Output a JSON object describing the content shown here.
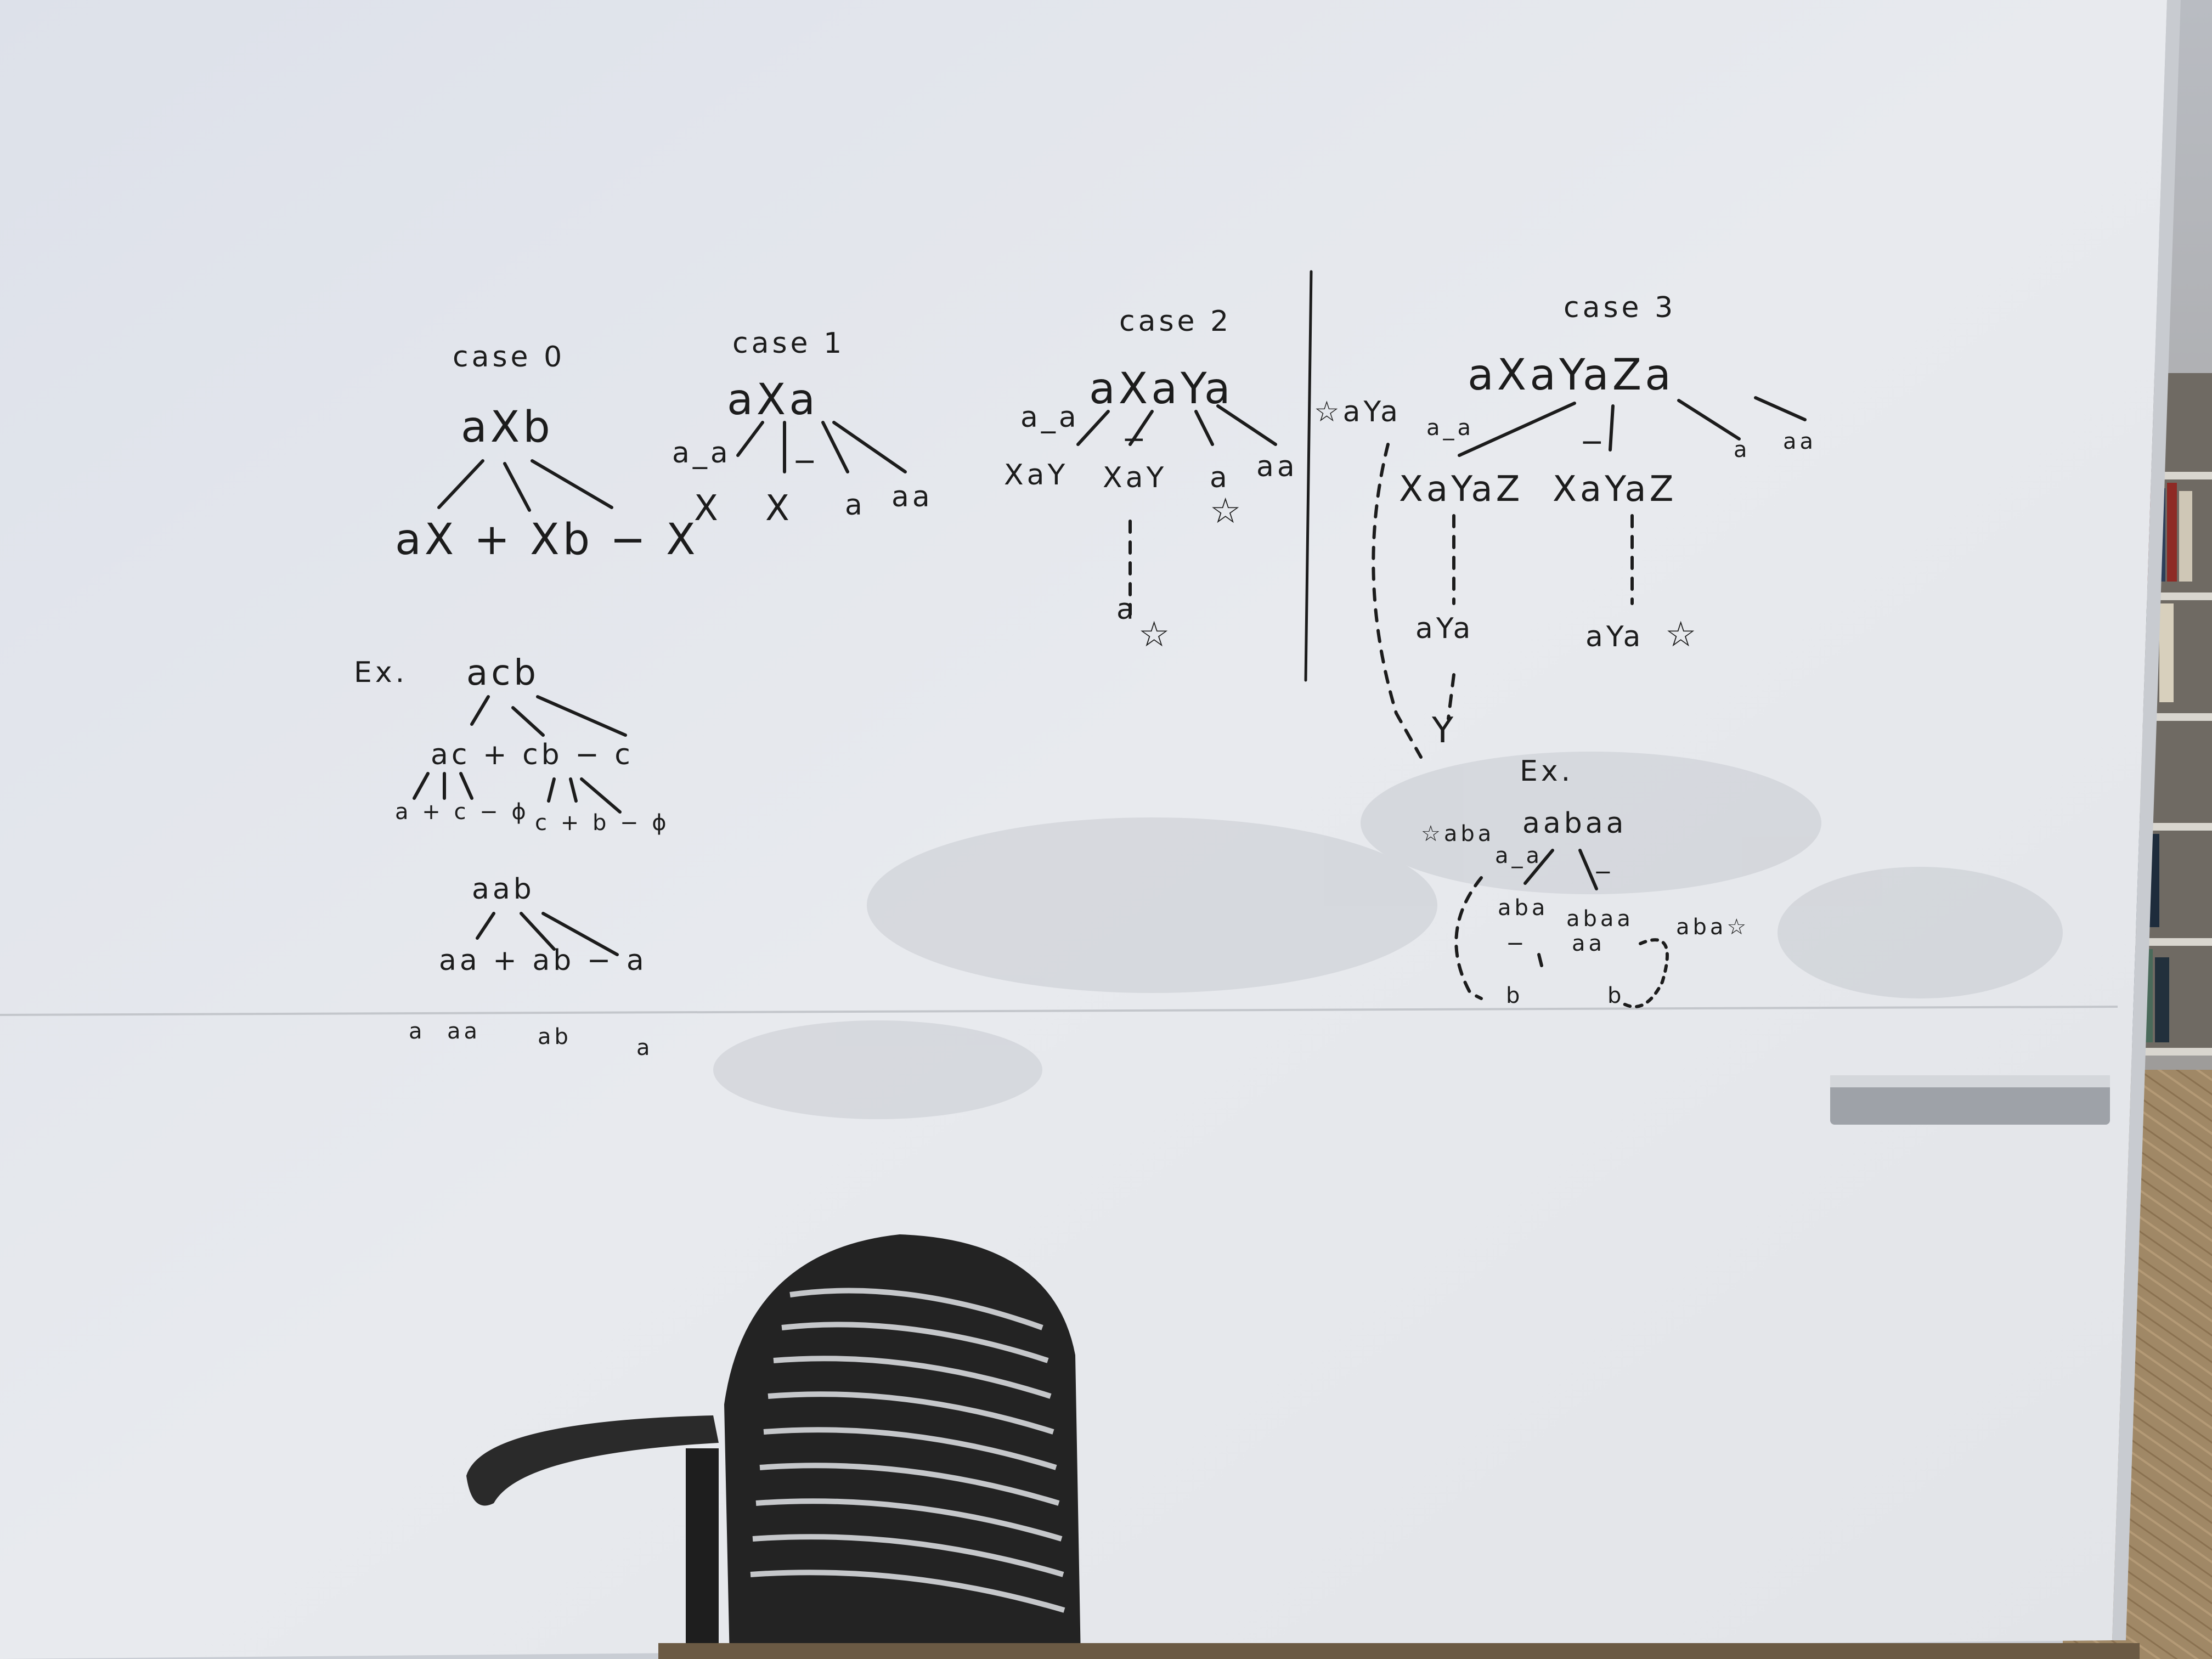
{
  "board": {
    "case0": {
      "title": "case 0",
      "expr": "aXb",
      "children": "aX + Xb − X"
    },
    "case1": {
      "title": "case 1",
      "expr": "aXa",
      "edge_label": "a_a",
      "edge_mid": "−",
      "children": [
        "X",
        "X",
        "a",
        "aa"
      ]
    },
    "case2": {
      "title": "case 2",
      "expr": "aXaYa",
      "edge_label": "a_a",
      "edge_mid": "−",
      "children": [
        "XaY",
        "XaY",
        "a",
        "aa"
      ],
      "sub": "a",
      "star": "☆"
    },
    "case3": {
      "title": "case 3",
      "expr": "aXaYaZa",
      "star_term": "☆aYa",
      "edge_label": "a_a",
      "edge_mid": "−",
      "children": [
        "XaYaZ",
        "XaYaZ",
        "a",
        "aa"
      ],
      "mid": [
        "aYa",
        "aYa"
      ],
      "bottom": "Y",
      "star": "☆"
    },
    "example1": {
      "label": "Ex.",
      "expr": "acb",
      "level1": "ac + cb − c",
      "level2_left": "a + c − ϕ",
      "level2_right": "c + b − ϕ"
    },
    "example2": {
      "expr": "aab",
      "level1": "aa + ab − a",
      "level2": [
        "a",
        "aa",
        "ab",
        "a"
      ]
    },
    "example3": {
      "label": "Ex.",
      "expr": "aabaa",
      "star_term": "☆aba",
      "edge_label": "a_a",
      "edge_mid": "−",
      "children": [
        "aba",
        "abaa",
        "aba☆"
      ],
      "level2": [
        "−",
        "aa"
      ],
      "bottom": [
        "b",
        "b"
      ]
    }
  },
  "colors": {
    "wall": "#e6e8ec",
    "ink": "#1c1c1c",
    "chair": "#262626",
    "carpet": "#9c8466"
  }
}
